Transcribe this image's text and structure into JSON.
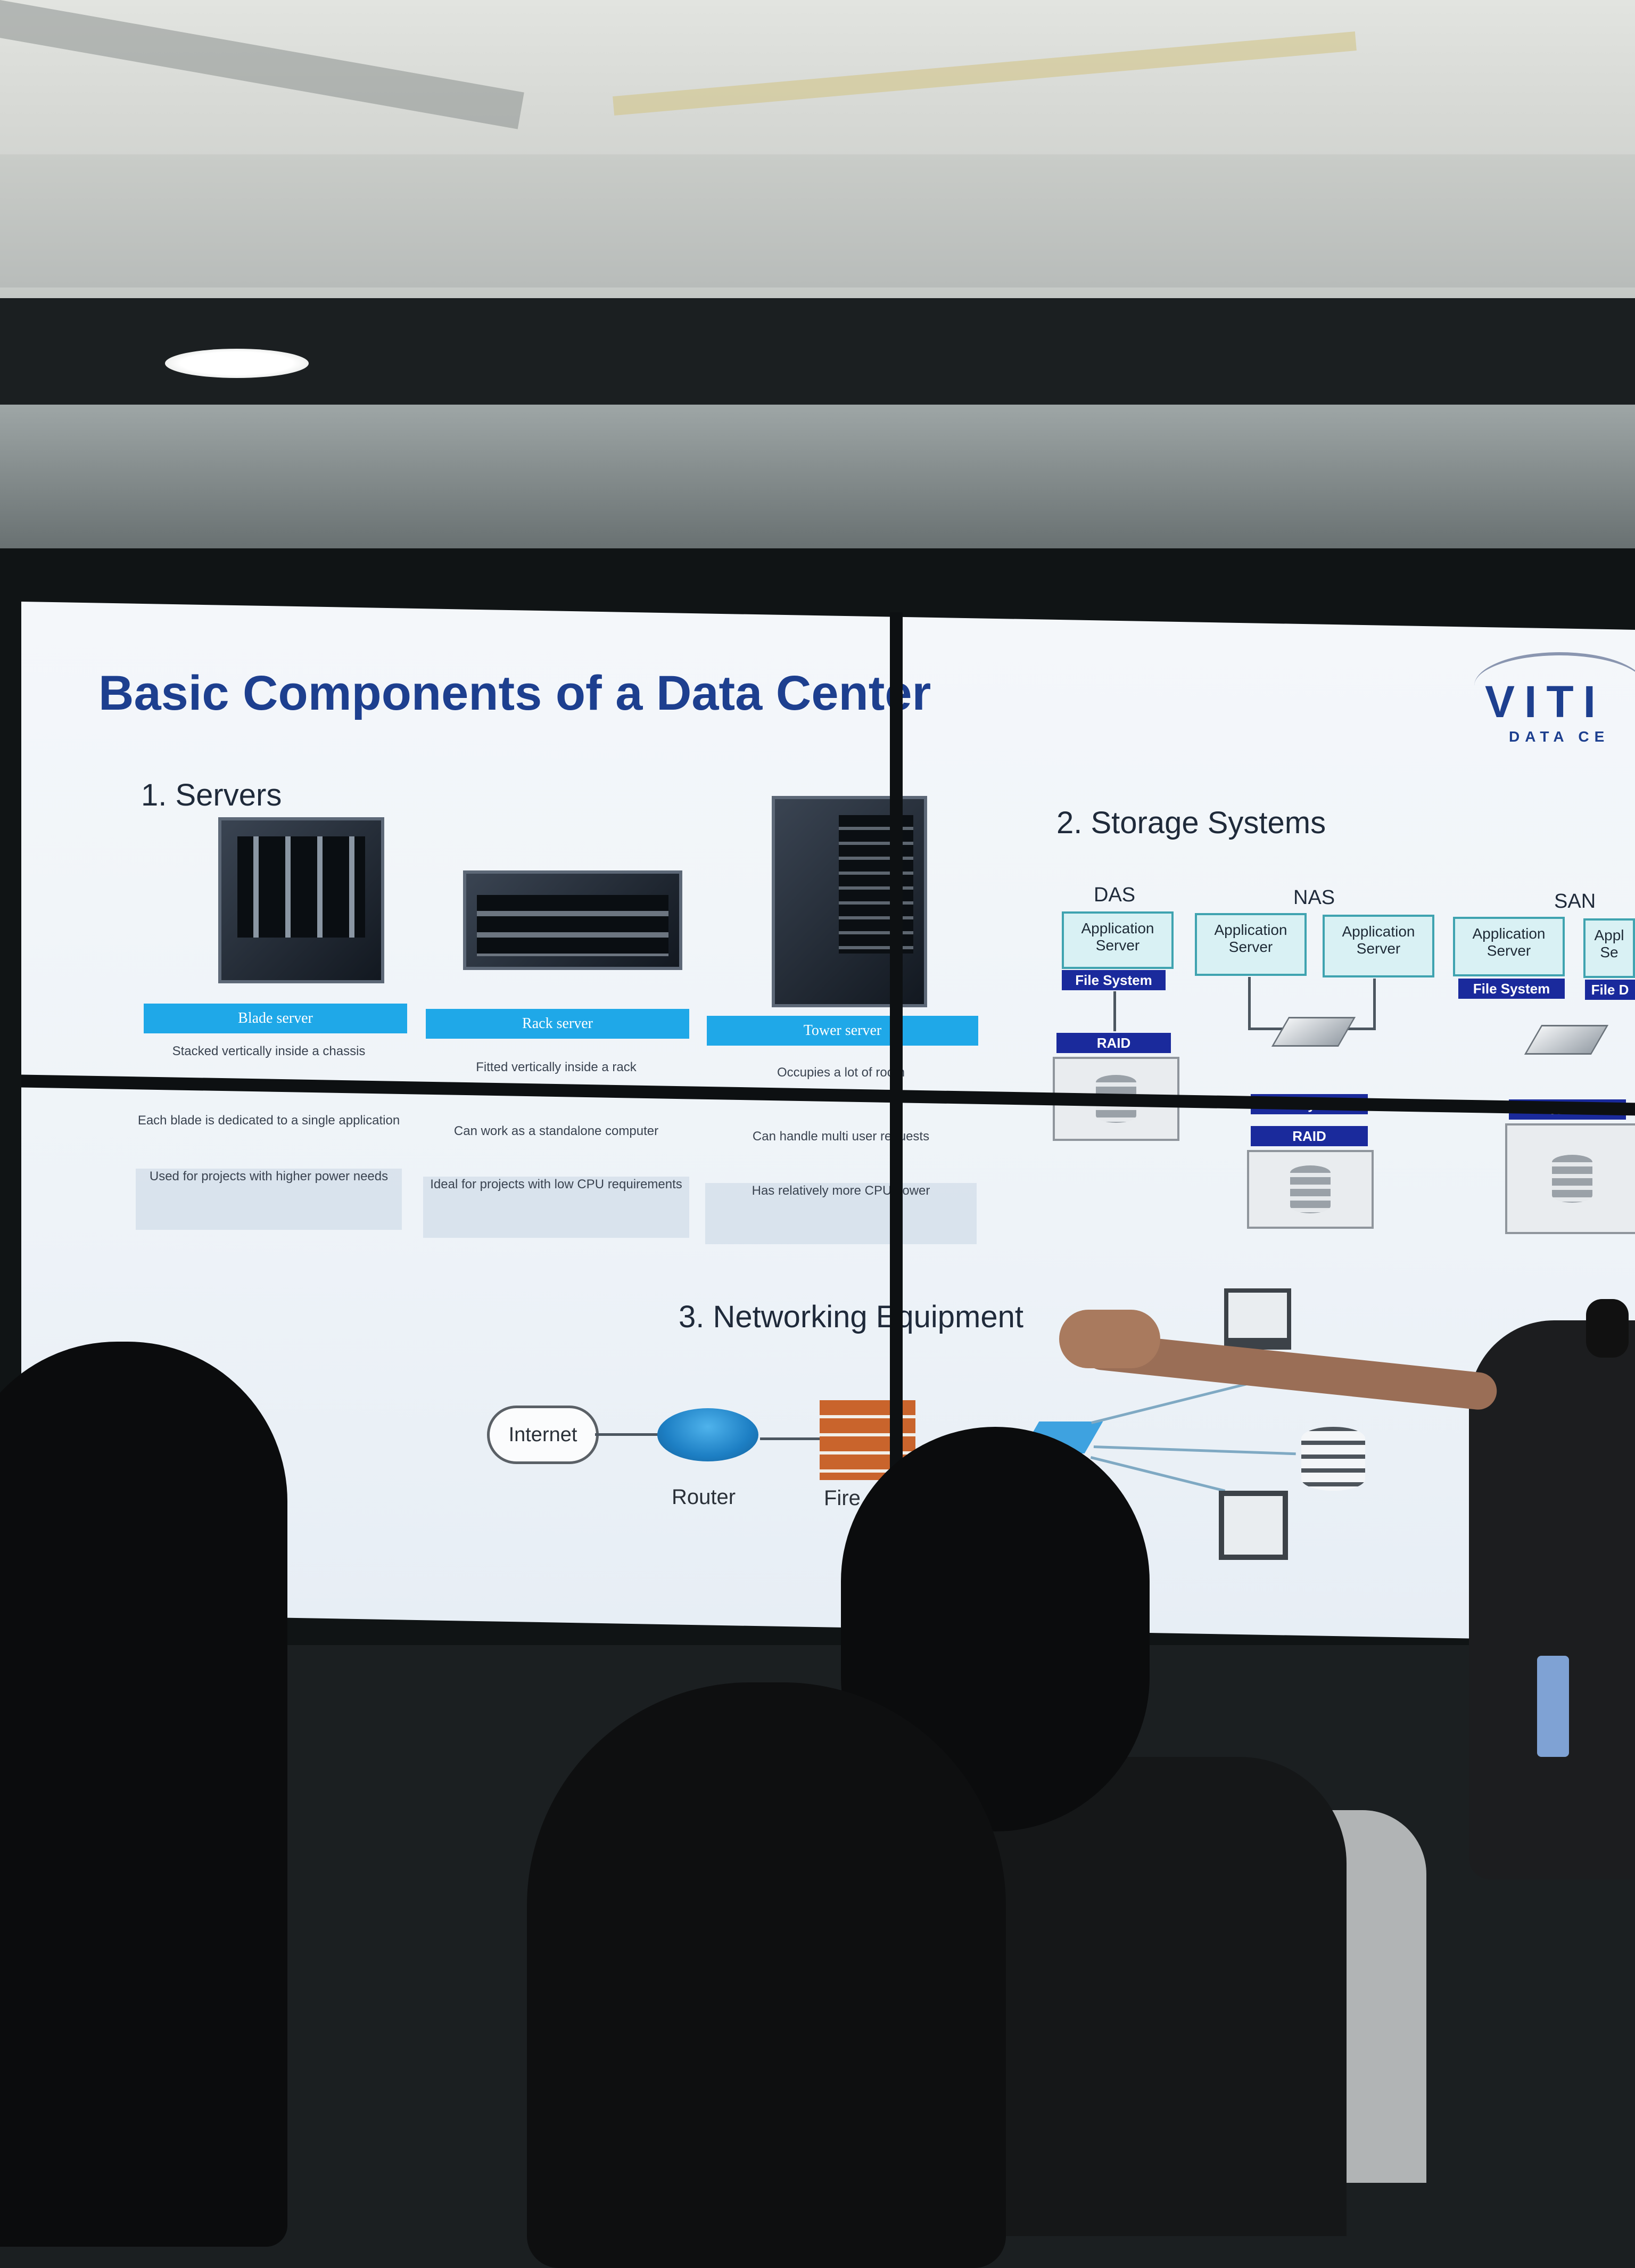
{
  "slide": {
    "title": "Basic Components of a Data Center",
    "logo": "VITI",
    "logo_sub": "DATA CE",
    "sections": {
      "servers": "1. Servers",
      "storage": "2. Storage Systems",
      "networking": "3. Networking Equipment"
    },
    "servers": [
      {
        "label": "Blade server",
        "desc1": "Stacked vertically inside a chassis",
        "desc2": "Each blade is dedicated to a single application",
        "desc3": "Used for projects with higher power needs"
      },
      {
        "label": "Rack server",
        "desc1": "Fitted vertically inside a rack",
        "desc2": "Can work as a standalone computer",
        "desc3": "Ideal for projects with low CPU requirements"
      },
      {
        "label": "Tower server",
        "desc1": "Occupies a lot of room",
        "desc2": "Can handle multi user requests",
        "desc3": "Has relatively more CPU power"
      }
    ],
    "storage": {
      "das": "DAS",
      "nas": "NAS",
      "san": "SAN",
      "app_server": "Application Server",
      "app_server_cut": "Appl Se",
      "file_system": "File System",
      "file_system_cut": "File D",
      "raid": "RAID"
    },
    "network": {
      "internet": "Internet",
      "router": "Router",
      "firewall": "Fire"
    }
  },
  "colors": {
    "title_blue": "#1d3f8f",
    "label_cyan": "#1fa8e8",
    "navy": "#1a2a9c",
    "router_blue": "#1d7fc4"
  }
}
